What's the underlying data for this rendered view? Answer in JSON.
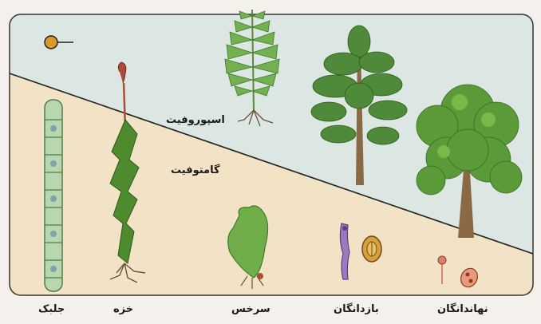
{
  "diagram": {
    "zones": {
      "sporophyte": "اسپوروفیت",
      "gametophyte": "گامتوفیت"
    },
    "plants": [
      {
        "id": "alga",
        "label": "جلبک"
      },
      {
        "id": "moss",
        "label": "خزه"
      },
      {
        "id": "fern",
        "label": "سرخس"
      },
      {
        "id": "gymnosperm",
        "label": "بازدانگان"
      },
      {
        "id": "angiosperm",
        "label": "نهاندانگان"
      }
    ],
    "colors": {
      "sporophyte_bg": "#dce6e3",
      "gametophyte_bg": "#f3e3c6",
      "frame": "#333333",
      "leaf": "#6ea546",
      "trunk": "#8a6a45"
    }
  }
}
